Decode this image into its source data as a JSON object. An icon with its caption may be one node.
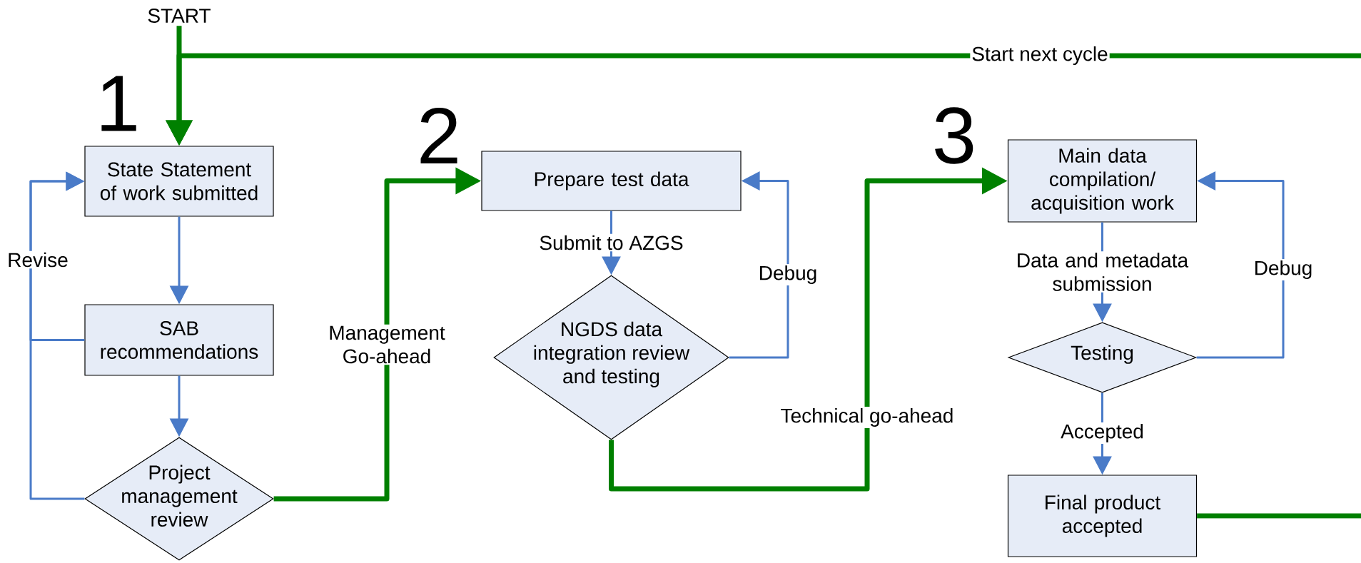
{
  "diagram": {
    "nodes": [
      {
        "text": [
          "START"
        ]
      },
      {
        "text": [
          "State Statement of work submitted"
        ]
      },
      {
        "text": [
          "SAB recommendations"
        ]
      },
      {
        "text": [
          "Project management review"
        ]
      },
      {
        "text": [
          "Prepare test data"
        ]
      },
      {
        "text": [
          "NGDS data integration review and testing"
        ]
      },
      {
        "text": [
          "Main data compilation/ acquisition work"
        ]
      },
      {
        "text": [
          "Testing"
        ]
      },
      {
        "text": [
          "Final product accepted"
        ]
      }
    ],
    "edges": [
      {
        "from": 0,
        "to": 1,
        "arrow": "to",
        "style": "thick",
        "color": "#008000"
      },
      {
        "from": 1,
        "to": 2,
        "arrow": "to"
      },
      {
        "from": 2,
        "to": 3,
        "arrow": "to"
      },
      {
        "from": 2,
        "to": 1,
        "arrow": "to"
      },
      {
        "from": 3,
        "to": 1,
        "arrow": "to",
        "label": "Revise"
      },
      {
        "from": 3,
        "to": 4,
        "arrow": "to",
        "label": "Management Go-ahead",
        "style": "thick",
        "color": "#008000"
      },
      {
        "from": 4,
        "to": 5,
        "arrow": "to",
        "label": "Submit to AZGS"
      },
      {
        "from": 5,
        "to": 4,
        "arrow": "to",
        "label": "Debug"
      },
      {
        "from": 5,
        "to": 6,
        "arrow": "to",
        "label": "Technical go-ahead",
        "style": "thick",
        "color": "#008000"
      },
      {
        "from": 6,
        "to": 7,
        "arrow": "to",
        "label": "Data and metadata submission"
      },
      {
        "from": 7,
        "to": 6,
        "arrow": "to",
        "label": "Debug"
      },
      {
        "from": 7,
        "to": 8,
        "arrow": "to",
        "label": "Accepted"
      },
      {
        "from": 8,
        "to": 1,
        "arrow": "to",
        "label": "Start next cycle",
        "style": "thick",
        "color": "#008000"
      }
    ],
    "labels": [
      "1",
      "2",
      "3"
    ]
  }
}
